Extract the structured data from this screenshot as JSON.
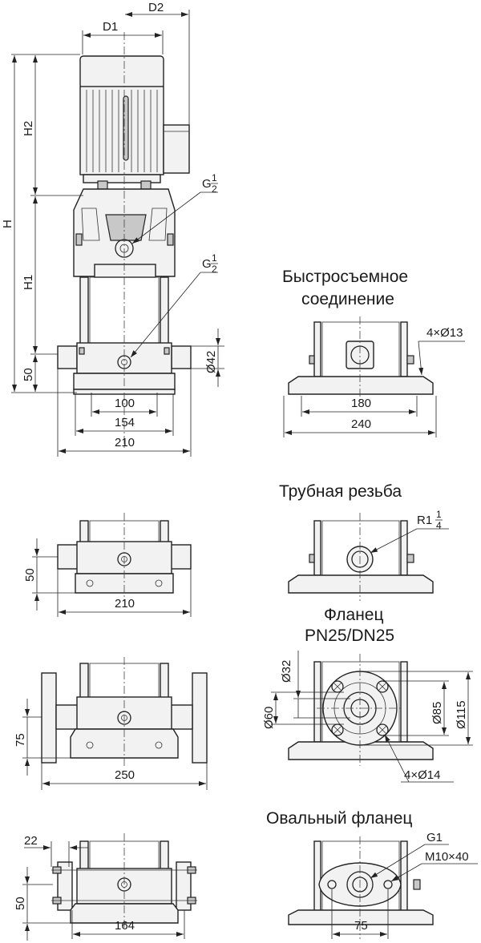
{
  "main_view": {
    "d1": "D1",
    "d2": "D2",
    "h": "H",
    "h1": "H1",
    "h2": "H2",
    "g_top": "G",
    "g_bottom": "G",
    "frac_num": "1",
    "frac_den": "2",
    "base_height": "50",
    "port_dia": "Ø42",
    "w100": "100",
    "w154": "154",
    "w210": "210"
  },
  "quick_connect": {
    "title_line1": "Быстросъемное",
    "title_line2": "соединение",
    "holes": "4×Ø13",
    "w180": "180",
    "w240": "240"
  },
  "pipe_thread": {
    "title": "Трубная резьба",
    "thread": "R1",
    "frac_num": "1",
    "frac_den": "4",
    "base_height": "50",
    "width": "210"
  },
  "flange": {
    "title_line1": "Фланец",
    "title_line2": "PN25/DN25",
    "d32": "Ø32",
    "d60": "Ø60",
    "d85": "Ø85",
    "d115": "Ø115",
    "holes": "4×Ø14",
    "base_height": "75",
    "width": "250"
  },
  "oval_flange": {
    "title": "Овальный фланец",
    "thread": "G1",
    "bolt": "M10×40",
    "offset": "22",
    "base_height": "50",
    "width": "164",
    "w75": "75"
  }
}
